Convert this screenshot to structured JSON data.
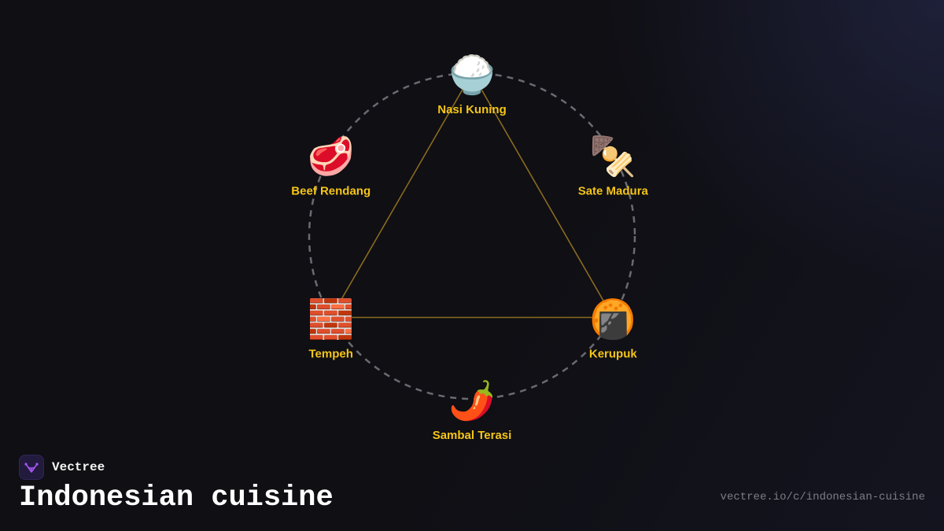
{
  "colors": {
    "background": "#0f0f14",
    "label": "#f5c518",
    "edge": "#8a6a1e",
    "ring": "#6a6a72",
    "brand_accent": "#a855f7"
  },
  "diagram": {
    "nodes": [
      {
        "id": "nasi-kuning",
        "label": "Nasi Kuning",
        "icon": "rice-bowl-icon",
        "glyph": "🍚"
      },
      {
        "id": "sate-madura",
        "label": "Sate Madura",
        "icon": "oden-skewer-icon",
        "glyph": "🍢"
      },
      {
        "id": "kerupuk",
        "label": "Kerupuk",
        "icon": "rice-cracker-icon",
        "glyph": "🍘"
      },
      {
        "id": "sambal-terasi",
        "label": "Sambal Terasi",
        "icon": "chili-pepper-icon",
        "glyph": "🌶️"
      },
      {
        "id": "tempeh",
        "label": "Tempeh",
        "icon": "brick-icon",
        "glyph": "🧱"
      },
      {
        "id": "beef-rendang",
        "label": "Beef Rendang",
        "icon": "meat-cut-icon",
        "glyph": "🥩"
      }
    ],
    "edges": [
      {
        "from": "nasi-kuning",
        "to": "kerupuk"
      },
      {
        "from": "kerupuk",
        "to": "tempeh"
      },
      {
        "from": "tempeh",
        "to": "nasi-kuning"
      }
    ]
  },
  "footer": {
    "brand_name": "Vectree",
    "brand_icon": "vectree-logo-icon",
    "title": "Indonesian cuisine",
    "url": "vectree.io/c/indonesian-cuisine"
  }
}
